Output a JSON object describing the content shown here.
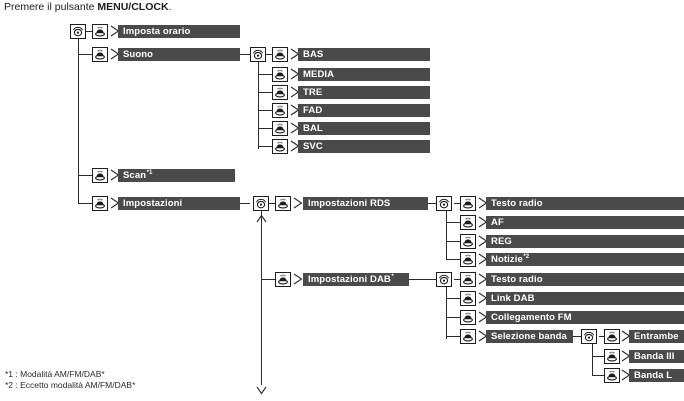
{
  "header": {
    "prefix": "Premere il pulsante ",
    "button": "MENU/CLOCK",
    "suffix": "."
  },
  "icons": {
    "dial": "rotary-dial-icon",
    "press": "press-knob-icon"
  },
  "colors": {
    "bar_fill": "#4a4a4a",
    "bar_text": "#ffffff",
    "line": "#2b2b2b",
    "page_text": "#1d1d1d"
  },
  "menu": {
    "level1": [
      {
        "label": "Imposta orario",
        "note": ""
      },
      {
        "label": "Suono",
        "note": ""
      },
      {
        "label": "Scan",
        "note": "*1"
      },
      {
        "label": "Impostazioni",
        "note": ""
      }
    ],
    "suono_items": [
      {
        "label": "BAS"
      },
      {
        "label": "MEDIA"
      },
      {
        "label": "TRE"
      },
      {
        "label": "FAD"
      },
      {
        "label": "BAL"
      },
      {
        "label": "SVC"
      }
    ],
    "impostazioni_items": [
      {
        "label": "Impostazioni RDS",
        "note": ""
      },
      {
        "label": "Impostazioni DAB",
        "note": "*"
      }
    ],
    "rds_items": [
      {
        "label": "Testo radio",
        "note": ""
      },
      {
        "label": "AF",
        "note": ""
      },
      {
        "label": "REG",
        "note": ""
      },
      {
        "label": "Notizie",
        "note": "*2"
      }
    ],
    "dab_items": [
      {
        "label": "Testo radio",
        "note": ""
      },
      {
        "label": "Link DAB",
        "note": ""
      },
      {
        "label": "Collegamento FM",
        "note": ""
      },
      {
        "label": "Selezione banda",
        "note": ""
      }
    ],
    "banda_items": [
      {
        "label": "Entrambe"
      },
      {
        "label": "Banda III"
      },
      {
        "label": "Banda L"
      }
    ]
  },
  "footnotes": [
    "*1 : Modalità AM/FM/DAB*",
    "*2 : Eccetto modalità AM/FM/DAB*"
  ]
}
